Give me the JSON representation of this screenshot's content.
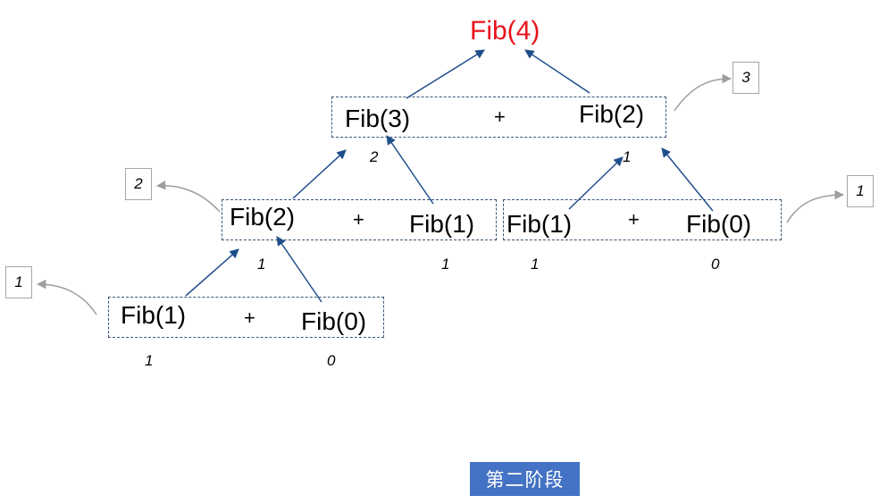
{
  "root": {
    "label": "Fib(4)",
    "color": "#e8141c"
  },
  "groups": {
    "top": {
      "left": "Fib(3)",
      "op": "+",
      "right": "Fib(2)",
      "left_value": "2",
      "right_value": "1",
      "result": "3"
    },
    "mid_left": {
      "left": "Fib(2)",
      "op": "+",
      "right": "Fib(1)",
      "left_value": "1",
      "right_value": "1",
      "result": "2"
    },
    "mid_right": {
      "left": "Fib(1)",
      "op": "+",
      "right": "Fib(0)",
      "left_value": "1",
      "right_value": "0",
      "result": "1"
    },
    "bottom": {
      "left": "Fib(1)",
      "op": "+",
      "right": "Fib(0)",
      "left_value": "1",
      "right_value": "0",
      "result": "1"
    }
  },
  "stage_label": "第二阶段",
  "colors": {
    "arrow": "#1f4e8c",
    "result_arrow": "#9e9e9e",
    "border": "#3a5675",
    "stage_bg": "#4472c4"
  }
}
